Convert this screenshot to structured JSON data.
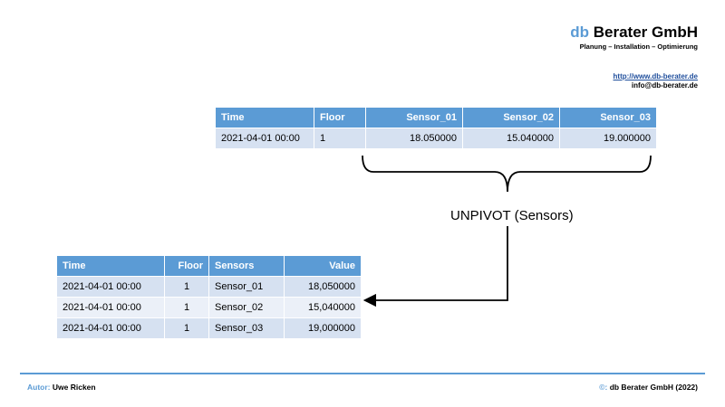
{
  "brand": {
    "prefix": "db",
    "name": "Berater GmbH",
    "tagline": "Planung – Installation – Optimierung",
    "url": "http://www.db-berater.de",
    "email": "info@db-berater.de"
  },
  "wide_table": {
    "headers": [
      "Time",
      "Floor",
      "Sensor_01",
      "Sensor_02",
      "Sensor_03"
    ],
    "rows": [
      [
        "2021-04-01  00:00",
        "1",
        "18.050000",
        "15.040000",
        "19.000000"
      ]
    ]
  },
  "operation_label": "UNPIVOT (Sensors)",
  "long_table": {
    "headers": [
      "Time",
      "Floor",
      "Sensors",
      "Value"
    ],
    "rows": [
      [
        "2021-04-01  00:00",
        "1",
        "Sensor_01",
        "18,050000"
      ],
      [
        "2021-04-01  00:00",
        "1",
        "Sensor_02",
        "15,040000"
      ],
      [
        "2021-04-01  00:00",
        "1",
        "Sensor_03",
        "19,000000"
      ]
    ]
  },
  "footer": {
    "author_label": "Autor:",
    "author_name": "Uwe Ricken",
    "copyright_label": "©:",
    "copyright_text": "db  Berater GmbH  (2022)"
  },
  "colors": {
    "accent": "#5b9bd5",
    "row_dark": "#d6e1f1",
    "row_light": "#ebf0f8",
    "link": "#1f4e9c"
  }
}
